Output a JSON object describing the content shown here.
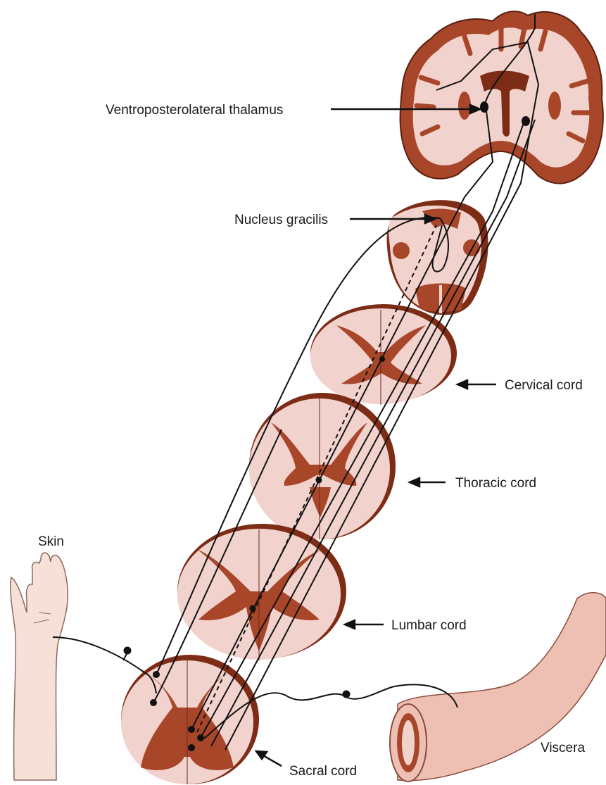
{
  "labels": {
    "thalamus": "Ventroposterolateral thalamus",
    "gracilis": "Nucleus gracilis",
    "cervical": "Cervical cord",
    "thoracic": "Thoracic cord",
    "lumbar": "Lumbar cord",
    "sacral": "Sacral cord",
    "skin": "Skin",
    "viscera": "Viscera"
  },
  "colors": {
    "white_matter": "#f2d2cc",
    "gray_matter": "#a8462a",
    "rim": "#7d2c16",
    "outline": "#5a2010",
    "skin": "#f6e0d8",
    "viscera": "#eec0b4",
    "pathway": "#111111"
  }
}
